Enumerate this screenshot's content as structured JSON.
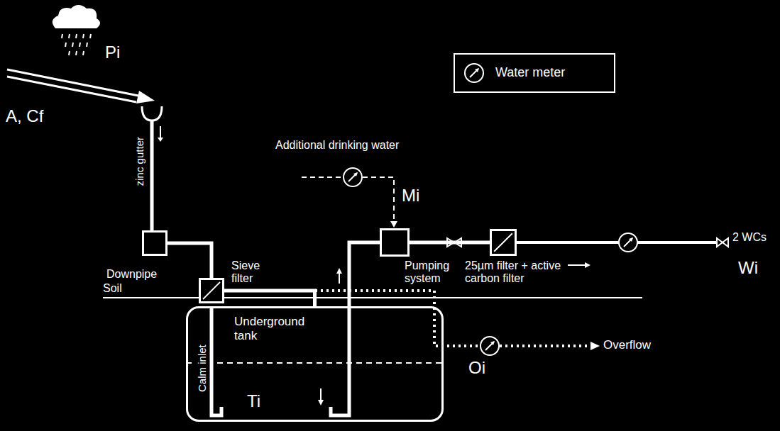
{
  "diagram": {
    "nodes": [
      {
        "text": [
          "Downpipe"
        ]
      },
      {
        "text": [
          "Sieve filter"
        ]
      },
      {
        "text": [
          "Underground tank",
          "Calm inlet",
          "Ti"
        ]
      },
      {
        "text": [
          "Pumping system"
        ]
      },
      {
        "text": [
          "25µm filter + active carbon filter"
        ]
      }
    ],
    "edges": [
      {
        "from": 0,
        "to": 1,
        "arrow": "none"
      },
      {
        "from": 1,
        "to": 2,
        "arrow": "none"
      },
      {
        "from": 2,
        "to": 3,
        "arrow": "none"
      },
      {
        "from": 3,
        "to": 4,
        "arrow": "none"
      }
    ],
    "labels": [
      "Pi",
      "A, Cf",
      "zinc gutter",
      "Additional drinking water",
      "Mi",
      "Soil",
      "Overflow",
      "Oi",
      "2 WCs",
      "Wi"
    ],
    "legend": [
      {
        "text": "Water meter"
      }
    ]
  }
}
